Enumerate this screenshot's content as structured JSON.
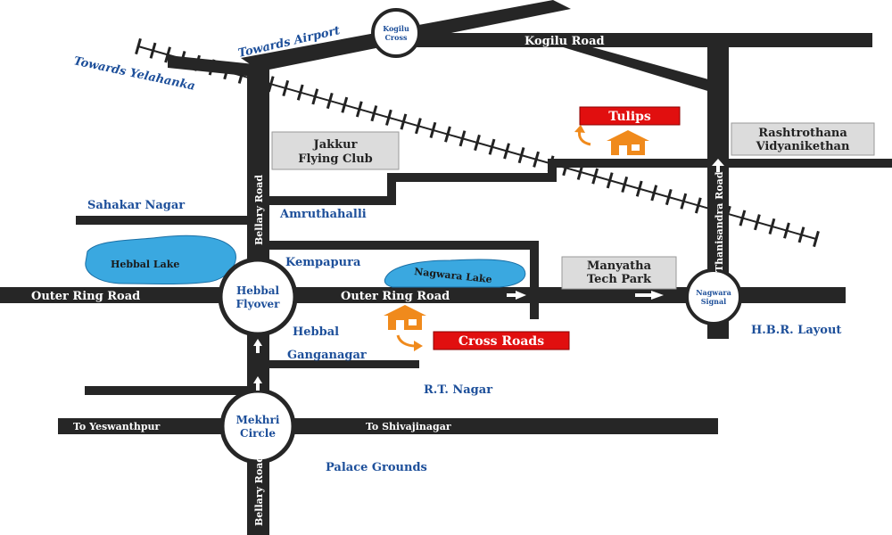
{
  "colors": {
    "road": "#262626",
    "lake": "#3aa8e0",
    "landmark_box": "#dcdcdc",
    "highlight": "#e10f0f",
    "label_blue": "#1d4f9a",
    "house": "#f08a1c"
  },
  "roads": {
    "kogilu_road": "Kogilu Road",
    "outer_ring_road_west": "Outer Ring Road",
    "outer_ring_road_east": "Outer Ring Road",
    "bellary_road_north": "Bellary Road",
    "bellary_road_south": "Bellary Road",
    "thanisandra_road": "Thanisandra Road",
    "to_yeswanthpur": "To Yeswanthpur",
    "to_shivajinagar": "To Shivajinagar"
  },
  "directions": {
    "towards_airport": "Towards Airport",
    "towards_yelahanka": "Towards Yelahanka"
  },
  "junctions": {
    "kogilu_cross": [
      "Kogilu",
      "Cross"
    ],
    "hebbal_flyover": [
      "Hebbal",
      "Flyover"
    ],
    "mekhri_circle": [
      "Mekhri",
      "Circle"
    ],
    "nagwara_signal": [
      "Nagwara",
      "Signal"
    ]
  },
  "areas": {
    "sahakar_nagar": "Sahakar Nagar",
    "amruthahalli": "Amruthahalli",
    "kempapura": "Kempapura",
    "hebbal": "Hebbal",
    "ganganagar": "Ganganagar",
    "rt_nagar": "R.T. Nagar",
    "palace_grounds": "Palace Grounds",
    "hbr_layout": "H.B.R. Layout"
  },
  "lakes": {
    "hebbal_lake": "Hebbal Lake",
    "nagwara_lake": "Nagwara Lake"
  },
  "landmarks": {
    "jakkur_flying_club": [
      "Jakkur",
      "Flying Club"
    ],
    "rashtrothana": [
      "Rashtrothana",
      "Vidyanikethan"
    ],
    "manyatha_tech_park": [
      "Manyatha",
      "Tech Park"
    ]
  },
  "projects": {
    "tulips": "Tulips",
    "cross_roads": "Cross Roads"
  },
  "icons": {
    "house": "house-icon",
    "arrow": "curved-arrow-icon",
    "railway": "railway-track-icon"
  }
}
